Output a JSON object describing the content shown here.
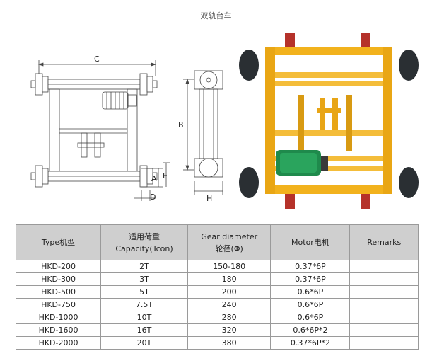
{
  "page": {
    "title": "双轨台车"
  },
  "drawing": {
    "labels": [
      "C",
      "B",
      "A",
      "E",
      "D",
      "H"
    ]
  },
  "table": {
    "headers": [
      [
        "Type机型"
      ],
      [
        "适用荷重",
        "Capacity(Tcon)"
      ],
      [
        "Gear diameter",
        "轮径(Φ)"
      ],
      [
        "Motor电机"
      ],
      [
        "Remarks"
      ]
    ],
    "rows": [
      [
        "HKD-200",
        "2T",
        "150-180",
        "0.37*6P",
        ""
      ],
      [
        "HKD-300",
        "3T",
        "180",
        "0.37*6P",
        ""
      ],
      [
        "HKD-500",
        "5T",
        "200",
        "0.6*6P",
        ""
      ],
      [
        "HKD-750",
        "7.5T",
        "240",
        "0.6*6P",
        ""
      ],
      [
        "HKD-1000",
        "10T",
        "280",
        "0.6*6P",
        ""
      ],
      [
        "HKD-1600",
        "16T",
        "320",
        "0.6*6P*2",
        ""
      ],
      [
        "HKD-2000",
        "20T",
        "380",
        "0.37*6P*2",
        ""
      ]
    ]
  }
}
